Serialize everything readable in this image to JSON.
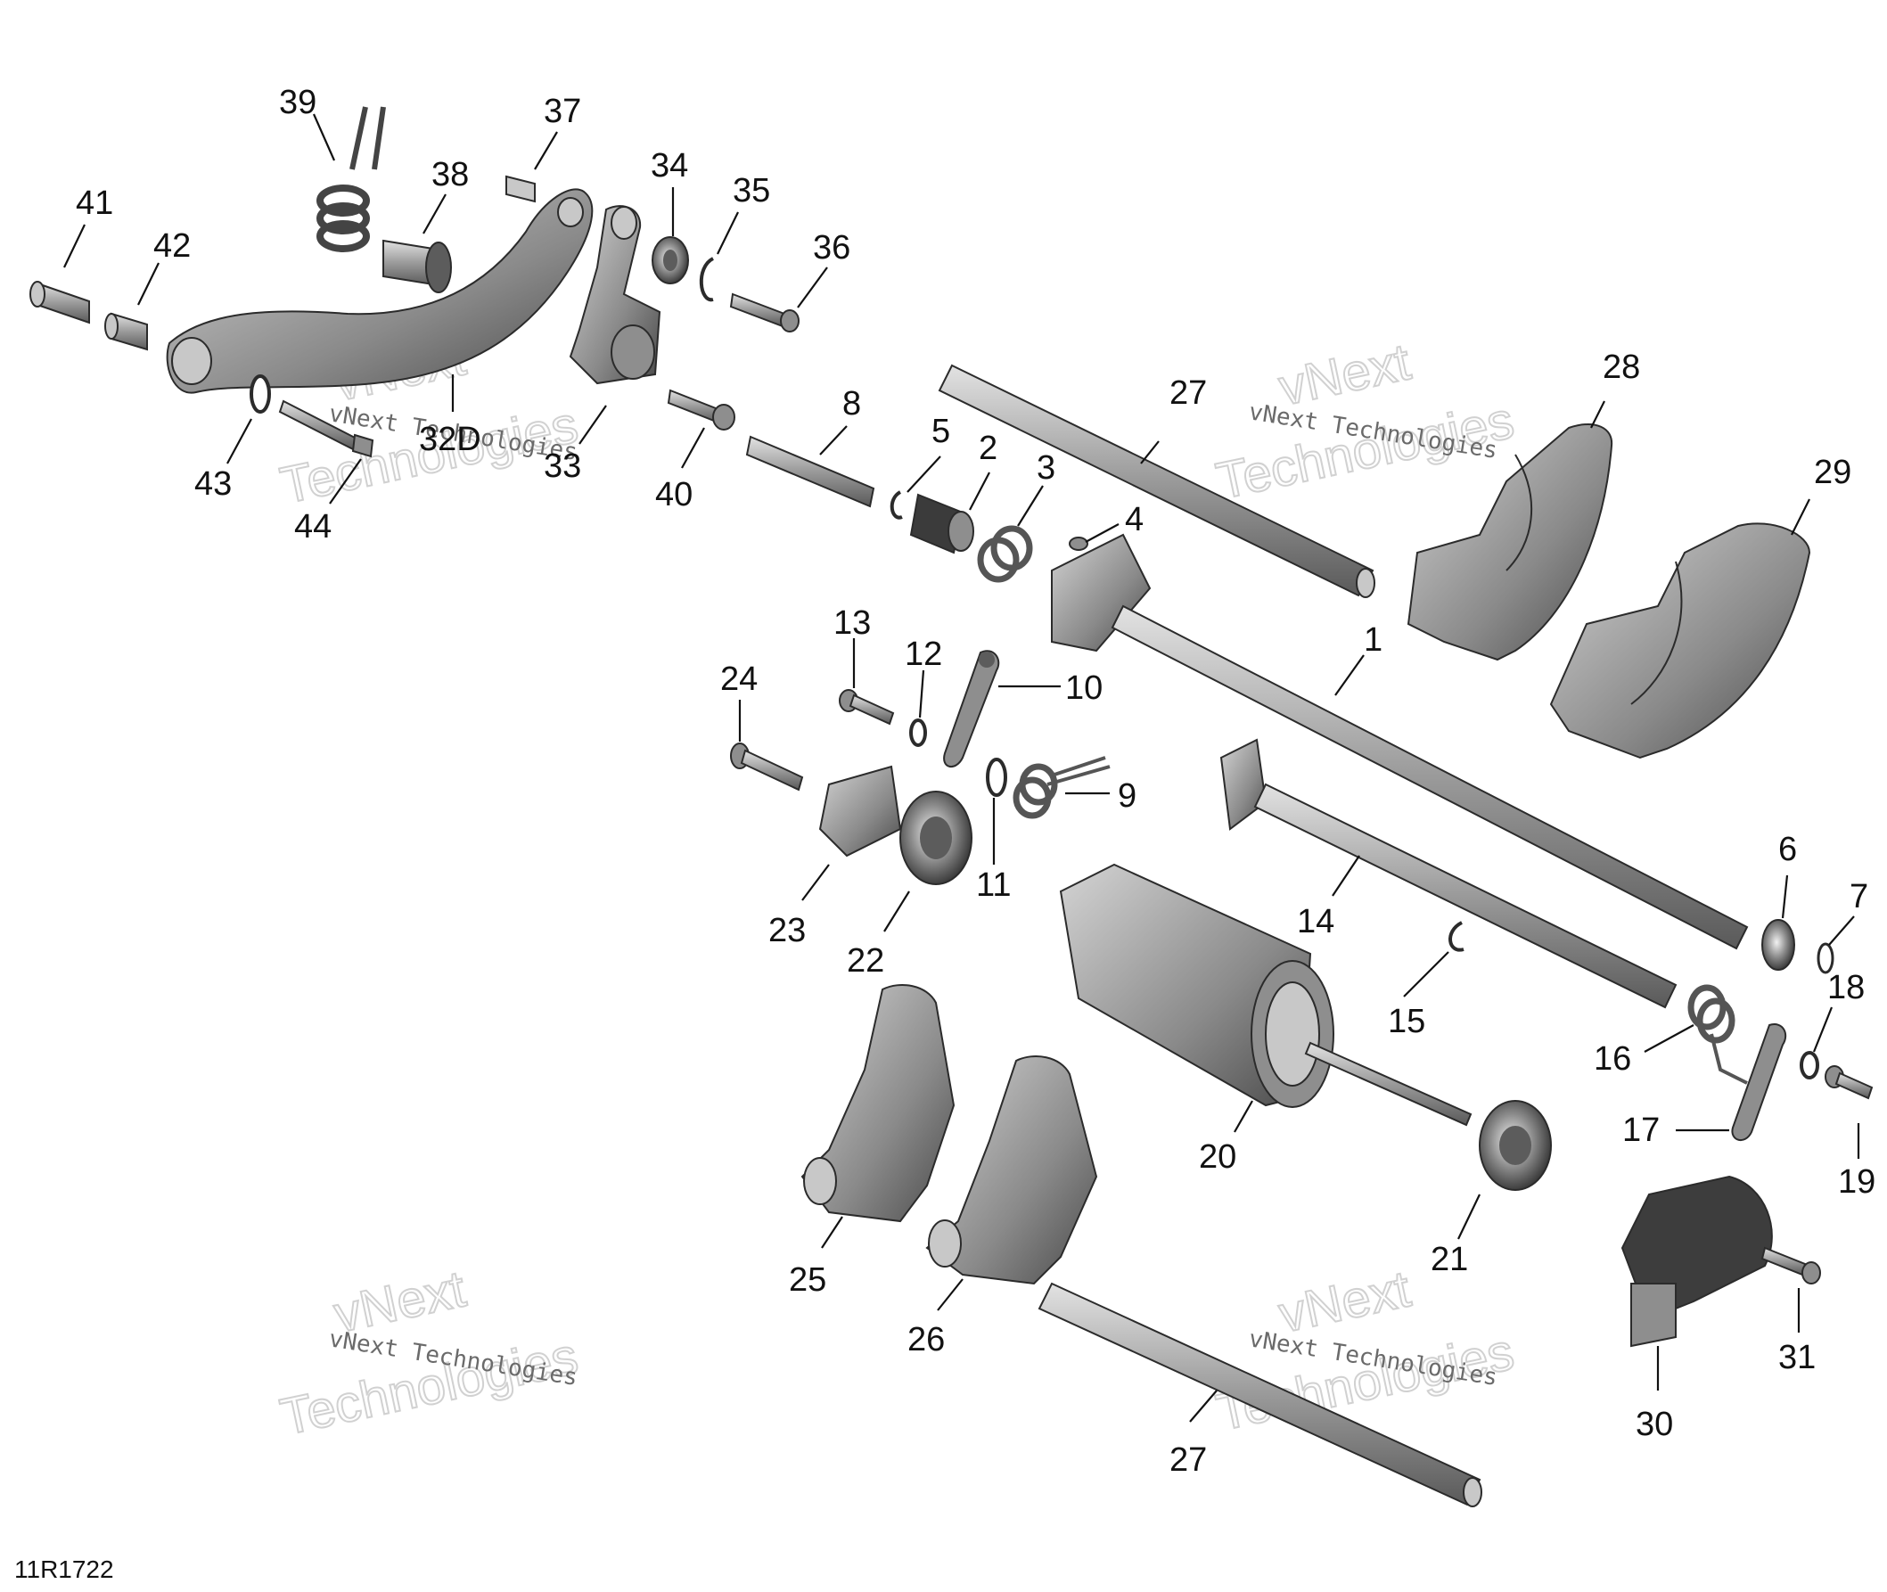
{
  "figure_id": "11R1722",
  "watermark": {
    "line1": "vNext Technologies",
    "word1": "vNext",
    "word2": "Technologies"
  },
  "callouts": [
    "1",
    "2",
    "3",
    "4",
    "5",
    "6",
    "7",
    "8",
    "9",
    "10",
    "11",
    "12",
    "13",
    "14",
    "15",
    "16",
    "17",
    "18",
    "19",
    "20",
    "21",
    "22",
    "23",
    "24",
    "25",
    "26",
    "27",
    "27",
    "28",
    "29",
    "30",
    "31",
    "32D",
    "33",
    "34",
    "35",
    "36",
    "37",
    "38",
    "39",
    "40",
    "41",
    "42",
    "43",
    "44"
  ],
  "colors": {
    "part_dark": "#5c5c5c",
    "part_mid": "#8e8e8e",
    "part_light": "#c8c8c8",
    "line": "#111111"
  }
}
